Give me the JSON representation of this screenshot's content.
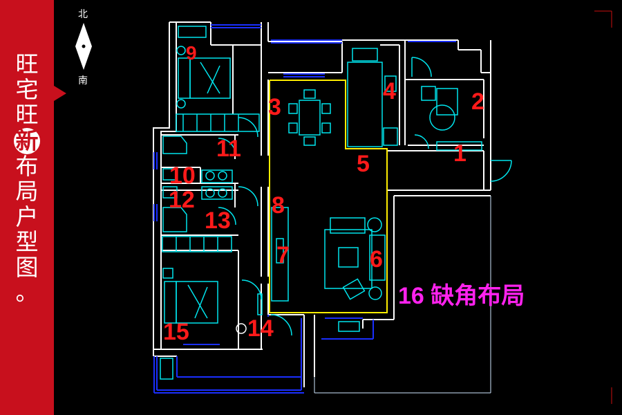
{
  "sidebar": {
    "title_chars": [
      "旺",
      "宅",
      "旺",
      "新",
      "布",
      "局",
      "户",
      "型",
      "图",
      "。"
    ]
  },
  "compass": {
    "north": "北",
    "south": "南"
  },
  "rooms": {
    "r1": "1",
    "r2": "2",
    "r3": "3",
    "r4": "4",
    "r5": "5",
    "r6": "6",
    "r7": "7",
    "r8": "8",
    "r9": "9",
    "r10": "10",
    "r11": "11",
    "r12": "12",
    "r13": "13",
    "r14": "14",
    "r15": "15"
  },
  "missing_corner_label": "16 缺角布局",
  "colors": {
    "sidebar": "#c8101d",
    "wall": "#ffffff",
    "furniture": "#00e5ee",
    "window": "#1a2fff",
    "highlight_frame": "#ffee00",
    "room_number": "#ff1a1a",
    "missing_corner_label": "#ff22ee"
  }
}
